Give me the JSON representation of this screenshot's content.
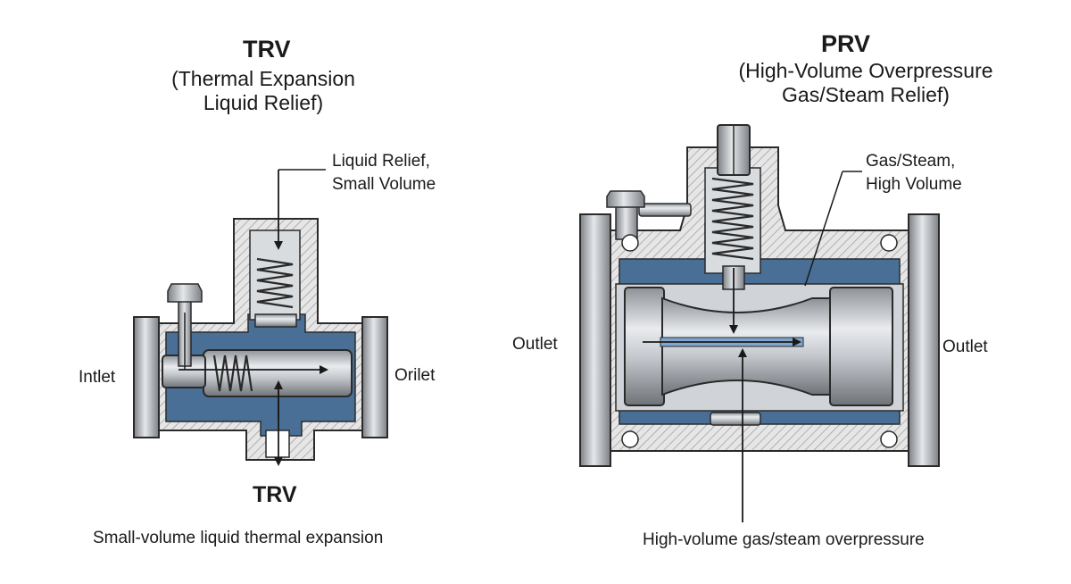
{
  "trv": {
    "title": "TRV",
    "subtitle_line1": "(Thermal Expansion",
    "subtitle_line2": "Liquid Relief)",
    "callout_line1": "Liquid Relief,",
    "callout_line2": "Small Volume",
    "inlet_label": "Intlet",
    "outlet_label": "Orilet",
    "bottom_title": "TRV",
    "caption": "Small-volume liquid thermal expansion"
  },
  "prv": {
    "title": "PRV",
    "subtitle_line1": "(High-Volume Overpressure",
    "subtitle_line2": "Gas/Steam Relief)",
    "callout_line1": "Gas/Steam,",
    "callout_line2": "High Volume",
    "left_label": "Outlet",
    "right_label": "Outlet",
    "caption": "High-volume gas/steam overpressure"
  },
  "colors": {
    "fluid": "#4a6f96",
    "metal": "#c9ccd0",
    "hatch": "#9a9a9a",
    "outline": "#2a2a2a"
  }
}
